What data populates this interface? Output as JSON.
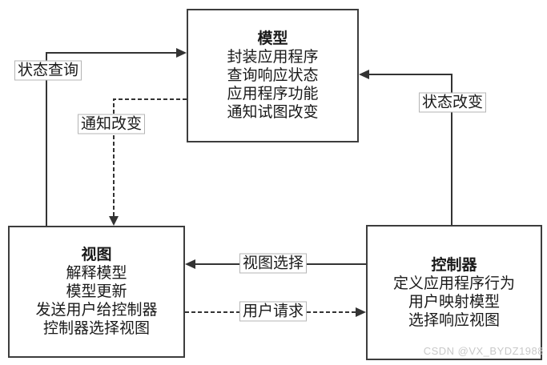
{
  "diagram": {
    "boxes": {
      "model": {
        "title": "模型",
        "lines": [
          "封装应用程序",
          "查询响应状态",
          "应用程序功能",
          "通知试图改变"
        ]
      },
      "view": {
        "title": "视图",
        "lines": [
          "解释模型",
          "模型更新",
          "发送用户给控制器",
          "控制器选择视图"
        ]
      },
      "controller": {
        "title": "控制器",
        "lines": [
          "定义应用程序行为",
          "用户映射模型",
          "选择响应视图"
        ]
      }
    },
    "edge_labels": {
      "state_query": "状态查询",
      "notify_change": "通知改变",
      "state_change": "状态改变",
      "view_selection": "视图选择",
      "user_request": "用户请求"
    },
    "edges": [
      {
        "from": "view",
        "to": "model",
        "label": "状态查询",
        "style": "solid"
      },
      {
        "from": "model",
        "to": "view",
        "label": "通知改变",
        "style": "dashed"
      },
      {
        "from": "controller",
        "to": "model",
        "label": "状态改变",
        "style": "solid"
      },
      {
        "from": "controller",
        "to": "view",
        "label": "视图选择",
        "style": "solid"
      },
      {
        "from": "view",
        "to": "controller",
        "label": "用户请求",
        "style": "dashed"
      }
    ],
    "watermark": "CSDN @VX_BYDZ1988",
    "colors": {
      "line": "#333333",
      "box_border": "#3d3d3d",
      "label_border": "#b5b5b5",
      "watermark": "#c9c9c9",
      "background": "#ffffff"
    }
  }
}
